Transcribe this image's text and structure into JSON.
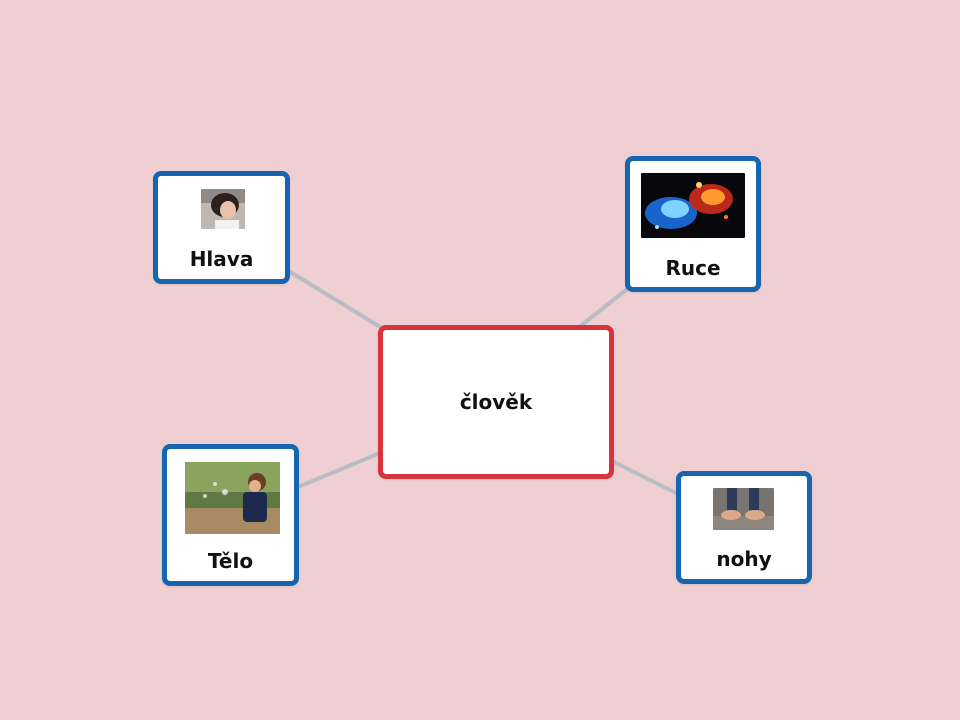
{
  "mindmap": {
    "center": {
      "label": "člověk",
      "border_color": "#d8343d"
    },
    "children": [
      {
        "label": "Hlava",
        "image": "child-head-photo",
        "border_color": "#1565b0"
      },
      {
        "label": "Ruce",
        "image": "fire-ice-hands-photo",
        "border_color": "#1565b0"
      },
      {
        "label": "Tělo",
        "image": "child-blowing-bubbles-photo",
        "border_color": "#1565b0"
      },
      {
        "label": "nohy",
        "image": "bare-feet-photo",
        "border_color": "#1565b0"
      }
    ],
    "background_color": "#efcfd1",
    "connector_color": "#b9bcc2"
  }
}
